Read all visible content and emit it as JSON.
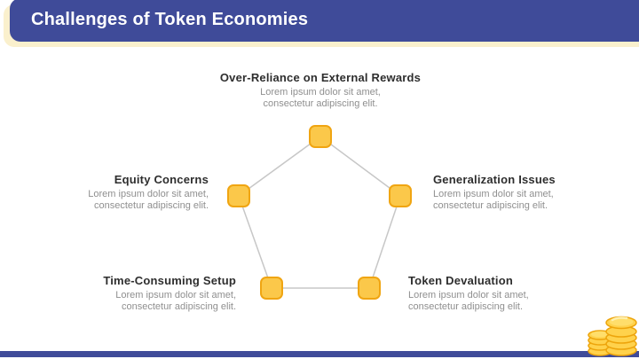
{
  "header": {
    "title": "Challenges of Token Economies"
  },
  "items": {
    "top": {
      "title": "Over-Reliance on External Rewards",
      "body": "Lorem ipsum dolor sit amet,\nconsectetur adipiscing elit."
    },
    "left": {
      "title": "Equity Concerns",
      "body": "Lorem ipsum dolor sit amet,\nconsectetur adipiscing elit."
    },
    "right": {
      "title": "Generalization Issues",
      "body": "Lorem ipsum dolor sit amet,\nconsectetur adipiscing elit."
    },
    "bottom_left": {
      "title": "Time-Consuming Setup",
      "body": "Lorem ipsum dolor sit amet,\nconsectetur adipiscing elit."
    },
    "bottom_right": {
      "title": "Token Devaluation",
      "body": "Lorem ipsum dolor sit amet,\nconsectetur adipiscing elit."
    }
  },
  "icons": {
    "footer_icon": "coins-stack-icon"
  },
  "colors": {
    "primary_blue": "#3F4B99",
    "cream_accent": "#FAF0CD",
    "node_fill": "#FBC84A",
    "node_border": "#F0A512",
    "connector_gray": "#C7C7C7",
    "heading_text": "#2E2E2E",
    "body_text": "#8F8F8F",
    "title_text": "#FFFFFF",
    "coin_yellow": "#FFD24C",
    "coin_outline": "#EDA40B"
  }
}
